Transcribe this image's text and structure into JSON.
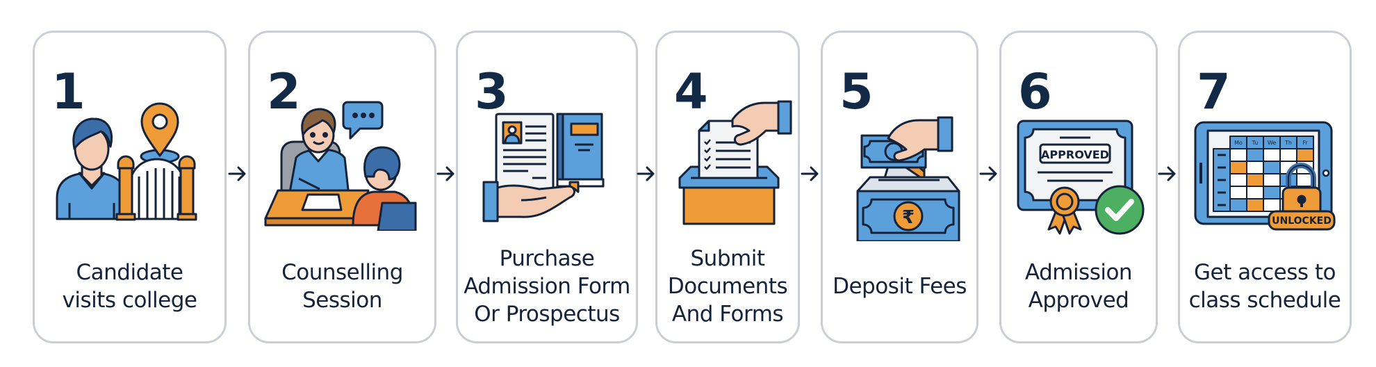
{
  "diagram": {
    "type": "process-flow",
    "direction": "left-to-right",
    "steps": [
      {
        "number": "1",
        "label": "Candidate\nvisits college",
        "icon": "person-at-college-gate-icon"
      },
      {
        "number": "2",
        "label": "Counselling\nSession",
        "icon": "counsellor-meeting-icon"
      },
      {
        "number": "3",
        "label": "Purchase\nAdmission Form\nOr Prospectus",
        "icon": "hand-holding-form-and-prospectus-icon"
      },
      {
        "number": "4",
        "label": "Submit\nDocuments\nAnd Forms",
        "icon": "hand-submitting-document-box-icon"
      },
      {
        "number": "5",
        "label": "Deposit Fees",
        "icon": "hand-depositing-money-box-icon"
      },
      {
        "number": "6",
        "label": "Admission\nApproved",
        "icon": "approved-certificate-icon"
      },
      {
        "number": "7",
        "label": "Get access to\nclass schedule",
        "icon": "unlocked-schedule-tablet-icon"
      }
    ],
    "connector": "arrow-right-icon",
    "certificate_stamp": "APPROVED",
    "lock_badge": "UNLOCKED",
    "schedule_days": [
      "Mo",
      "Tu",
      "We",
      "Th",
      "Fr"
    ],
    "colors": {
      "number": "#132a46",
      "text": "#14233a",
      "card_border": "#cbcfd5",
      "blue": "#5b9fdb",
      "dark_blue": "#3b6ea8",
      "orange": "#ef9b38",
      "skin": "#f4cbb3",
      "green": "#4caf62",
      "outline": "#14233a"
    }
  }
}
